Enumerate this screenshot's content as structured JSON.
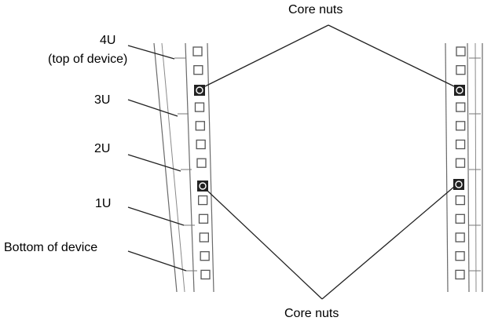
{
  "labels": {
    "core_nuts_top": "Core nuts",
    "core_nuts_bottom": "Core nuts",
    "u4": "4U",
    "u4_note": "(top of device)",
    "u3": "3U",
    "u2": "2U",
    "u1": "1U",
    "bottom": "Bottom of device"
  },
  "icons": {
    "rail_hole": "square-hole-icon",
    "core_nut": "core-nut-icon"
  },
  "colors": {
    "line": "#222222",
    "rail": "#6a6a6a",
    "core_nut_fill": "#222222"
  }
}
